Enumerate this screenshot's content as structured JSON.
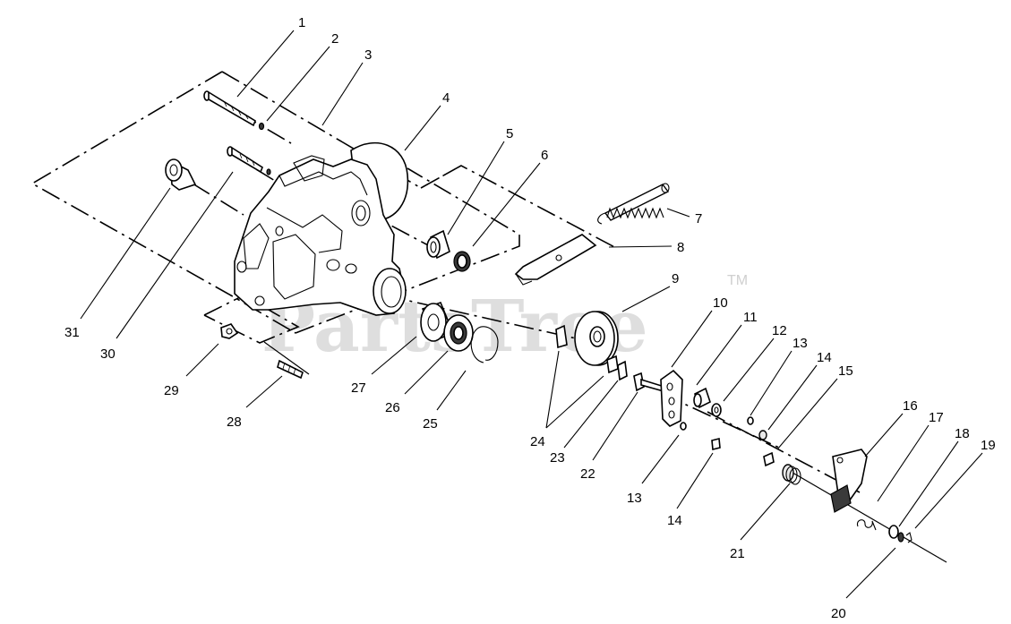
{
  "watermark": {
    "text": "PartsTree",
    "trademark": "TM"
  },
  "callouts": [
    {
      "id": "1",
      "label": "1"
    },
    {
      "id": "2",
      "label": "2"
    },
    {
      "id": "3",
      "label": "3"
    },
    {
      "id": "4",
      "label": "4"
    },
    {
      "id": "5",
      "label": "5"
    },
    {
      "id": "6",
      "label": "6"
    },
    {
      "id": "7",
      "label": "7"
    },
    {
      "id": "8",
      "label": "8"
    },
    {
      "id": "9",
      "label": "9"
    },
    {
      "id": "10",
      "label": "10"
    },
    {
      "id": "11",
      "label": "11"
    },
    {
      "id": "12",
      "label": "12"
    },
    {
      "id": "13a",
      "label": "13"
    },
    {
      "id": "14a",
      "label": "14"
    },
    {
      "id": "15",
      "label": "15"
    },
    {
      "id": "16",
      "label": "16"
    },
    {
      "id": "17",
      "label": "17"
    },
    {
      "id": "18",
      "label": "18"
    },
    {
      "id": "19",
      "label": "19"
    },
    {
      "id": "20",
      "label": "20"
    },
    {
      "id": "21",
      "label": "21"
    },
    {
      "id": "22",
      "label": "22"
    },
    {
      "id": "23",
      "label": "23"
    },
    {
      "id": "24",
      "label": "24"
    },
    {
      "id": "25",
      "label": "25"
    },
    {
      "id": "26",
      "label": "26"
    },
    {
      "id": "27",
      "label": "27"
    },
    {
      "id": "28",
      "label": "28"
    },
    {
      "id": "29",
      "label": "29"
    },
    {
      "id": "30",
      "label": "30"
    },
    {
      "id": "31",
      "label": "31"
    },
    {
      "id": "13b",
      "label": "13"
    },
    {
      "id": "14b",
      "label": "14"
    }
  ]
}
